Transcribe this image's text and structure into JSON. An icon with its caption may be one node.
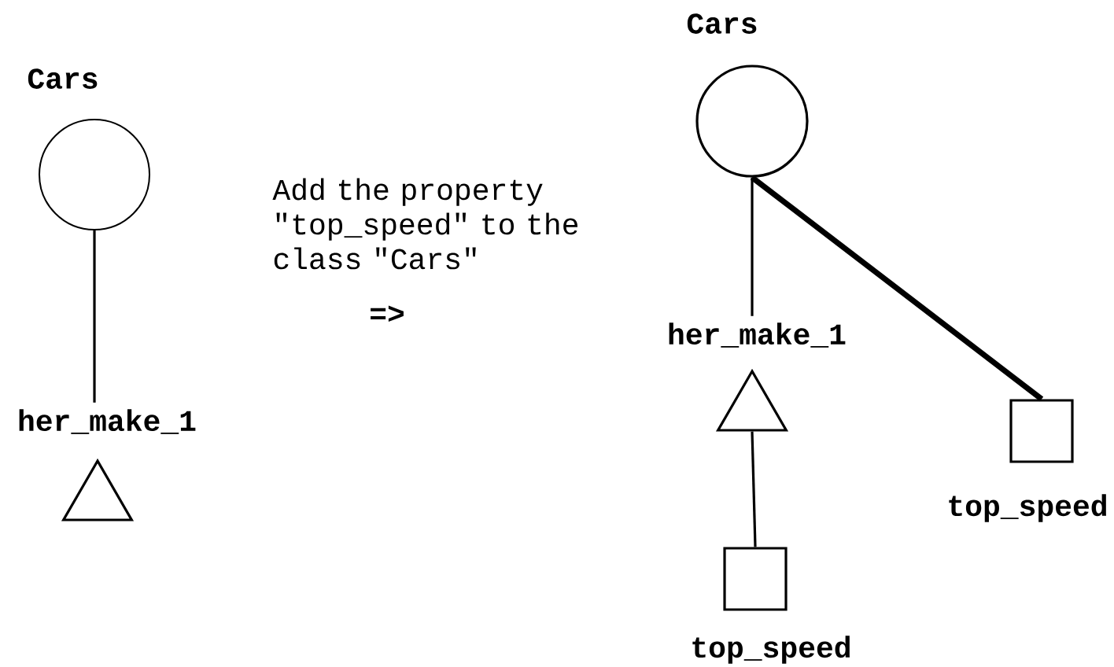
{
  "diagram": {
    "nodes": [
      {
        "text": [
          "Cars"
        ]
      },
      {
        "text": [
          "her_make_1"
        ]
      },
      {
        "text": [],
        "shape": "triangle"
      },
      {
        "text": [
          "Cars"
        ]
      },
      {
        "text": [
          "her_make_1"
        ]
      },
      {
        "text": [],
        "shape": "triangle"
      },
      {
        "text": [
          "top_speed"
        ]
      },
      {
        "text": [
          "top_speed"
        ]
      }
    ],
    "edges": [
      {
        "from": 0,
        "to": 1,
        "arrow": "none"
      },
      {
        "from": 3,
        "to": 4,
        "arrow": "none"
      },
      {
        "from": 3,
        "to": 7,
        "arrow": "none",
        "style": "thick"
      },
      {
        "from": 5,
        "to": 6,
        "arrow": "none"
      }
    ],
    "labels": [
      "Add the property \"top_speed\" to the class \"Cars\"",
      "=>"
    ]
  }
}
